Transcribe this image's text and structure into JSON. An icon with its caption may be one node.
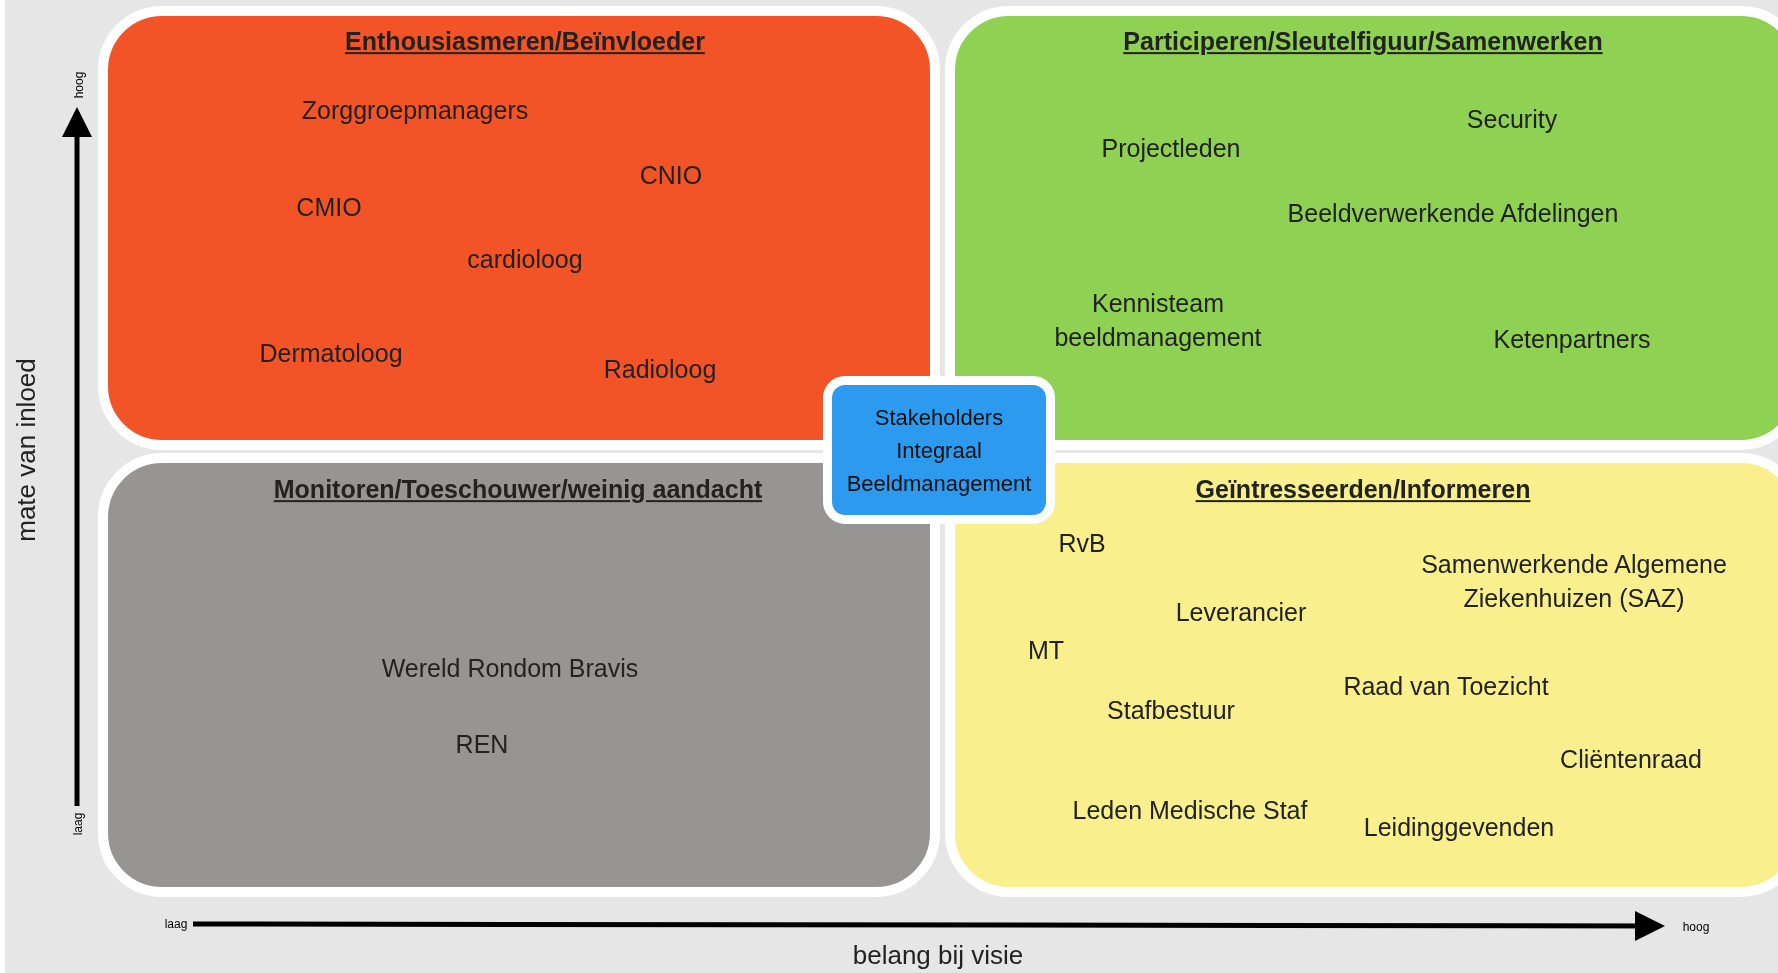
{
  "diagram": {
    "nodes": [
      {
        "text": [
          "Enthousiasmeren/Beïnvloeder",
          "Zorggroepmanagers",
          "CNIO",
          "CMIO",
          "cardioloog",
          "Dermatoloog",
          "Radioloog"
        ]
      },
      {
        "text": [
          "Participeren/Sleutelfiguur/Samenwerken",
          "Security",
          "Projectleden",
          "Beeldverwerkende Afdelingen",
          "Kennisteam beeldmanagement",
          "Ketenpartners"
        ]
      },
      {
        "text": [
          "Monitoren/Toeschouwer/weinig aandacht",
          "Wereld Rondom Bravis",
          "REN"
        ]
      },
      {
        "text": [
          "Geïntresseerden/Informeren",
          "RvB",
          "Samenwerkende Algemene Ziekenhuizen (SAZ)",
          "Leverancier",
          "MT",
          "Raad van Toezicht",
          "Stafbestuur",
          "Cliëntenraad",
          "Leden Medische Staf",
          "Leidinggevenden"
        ]
      },
      {
        "text": [
          "Stakeholders Integraal Beeldmanagement"
        ]
      }
    ],
    "labels": [
      "hoog",
      "mate van inloed",
      "laag",
      "laag",
      "hoog",
      "belang bij visie"
    ]
  }
}
